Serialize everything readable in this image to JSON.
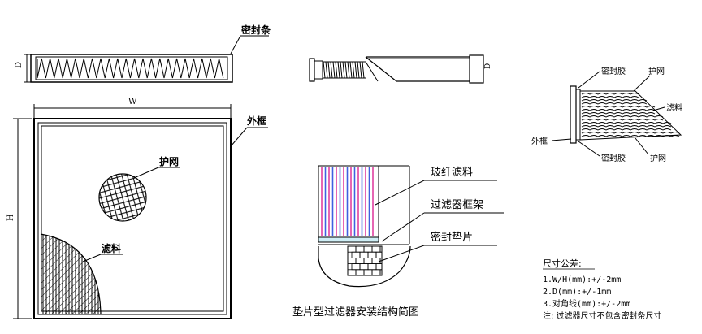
{
  "labels": {
    "seal_strip": "密封条",
    "D": "D",
    "W": "W",
    "H": "H",
    "outer_frame": "外框",
    "guard_mesh": "护网",
    "filter_media": "滤料",
    "fiberglass_media": "玻纤滤料",
    "filter_frame": "过滤器框架",
    "seal_gasket": "密封垫片",
    "seal_glue_top": "密封胶",
    "seal_glue_bottom": "密封胶",
    "guard_mesh_top": "护网",
    "guard_mesh_bottom": "护网",
    "filter_media_right": "滤料",
    "outer_frame_right": "外框"
  },
  "caption": "垫片型过滤器安装结构简图",
  "tolerance": {
    "title": "尺寸公差:",
    "items": [
      "1.W/H(mm):+/-2mm",
      "2.D(mm):+/-1mm",
      "3.对角线(mm):+/-2mm"
    ],
    "note": "注: 过滤器尺寸不包含密封条尺寸"
  }
}
